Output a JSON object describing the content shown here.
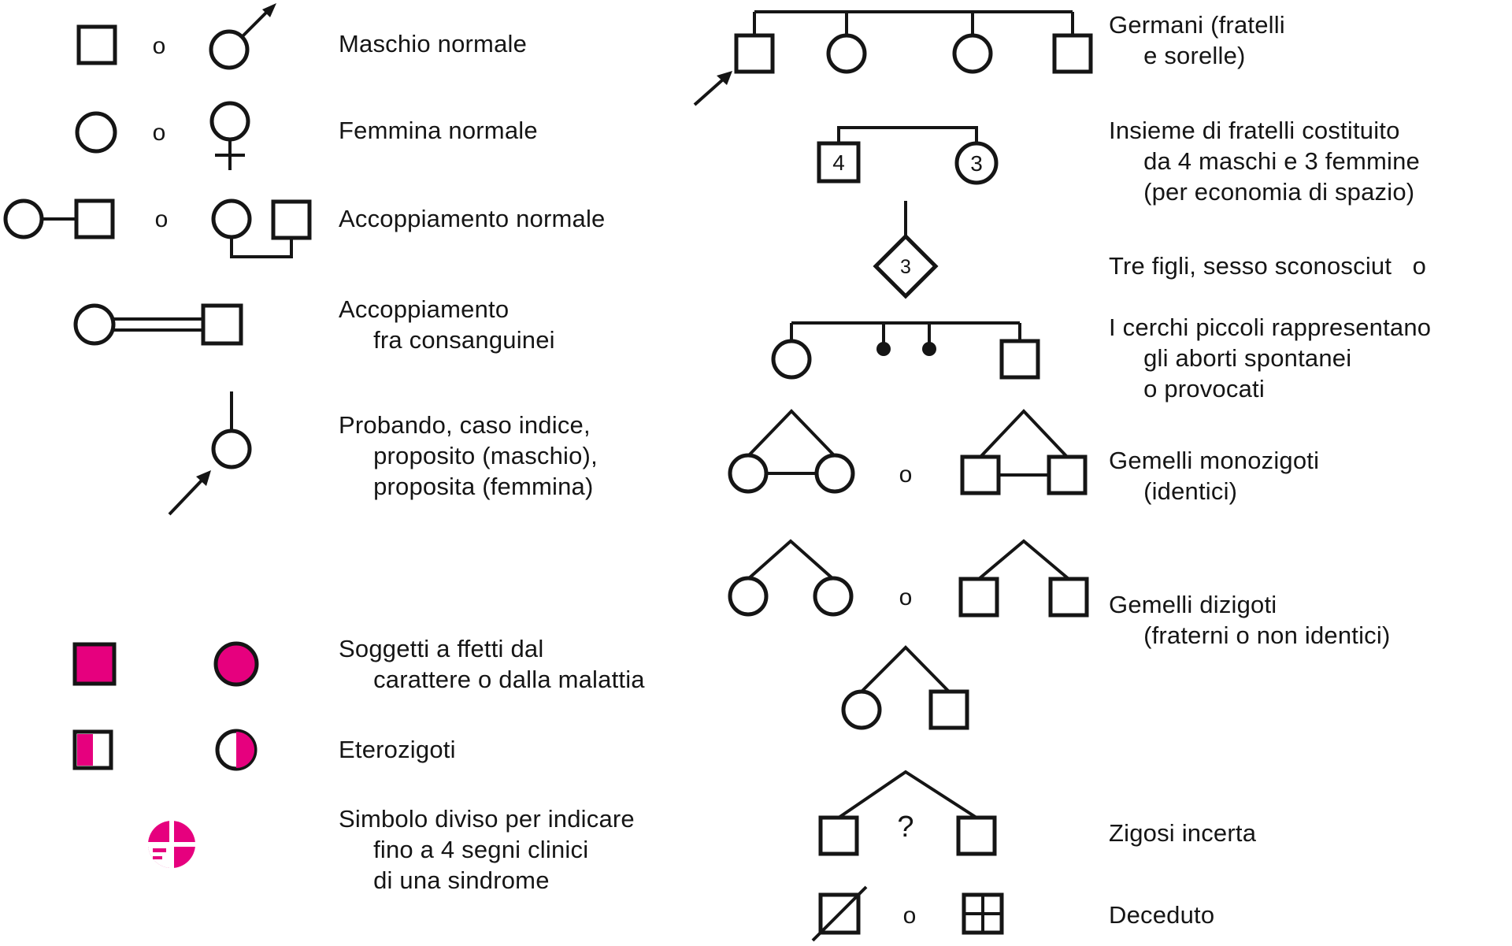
{
  "colors": {
    "accent": "#E6007E",
    "ink": "#151515"
  },
  "separator": "o",
  "symbols": {
    "sibship_male_count": "4",
    "sibship_female_count": "3",
    "unknown_sex_count": "3",
    "uncertain_zygosity_mark": "?"
  },
  "labels": {
    "left": {
      "male_normal": "Maschio normale",
      "female_normal": "Femmina normale",
      "mating_normal": "Accoppiamento normale",
      "consanguineous": "Accoppiamento\n     fra consanguinei",
      "proband": "Probando, caso indice,\n     proposito (maschio),\n     proposita (femmina)",
      "affected": "Soggetti a ffetti dal\n     carattere o dalla malattia",
      "heterozygotes": "Eterozigoti",
      "divided_symbol": "Simbolo diviso per indicare\n     fino a 4 segni clinici\n     di una sindrome"
    },
    "right": {
      "siblings": "Germani (fratelli\n     e sorelle)",
      "sibship_summary": "Insieme di fratelli costituito\n     da 4 maschi e 3 femmine\n     (per economia di spazio)",
      "three_children": "Tre figli, sesso sconosciut   o",
      "abortions": "I cerchi piccoli rappresentano\n     gli aborti spontanei\n     o provocati",
      "monozygotic": "Gemelli monozigoti\n     (identici)",
      "dizygotic": "Gemelli dizigoti\n     (fraterni o non identici)",
      "uncertain_zygosity": "Zigosi incerta",
      "deceased": "Deceduto"
    }
  }
}
